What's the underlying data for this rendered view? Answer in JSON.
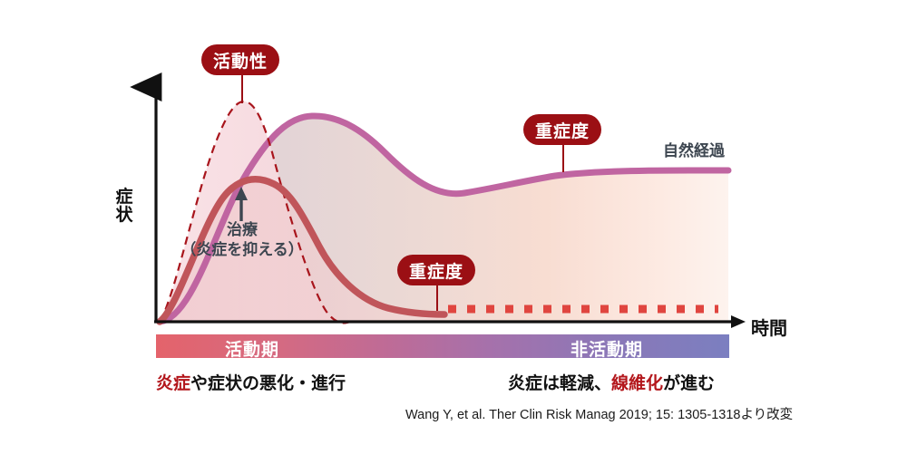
{
  "chart_data": {
    "type": "line",
    "title": "",
    "xlabel": "時間",
    "ylabel": "症状",
    "xlim": [
      0,
      100
    ],
    "ylim": [
      0,
      100
    ],
    "grid": false,
    "legend_position": "inline-annotations",
    "series": [
      {
        "name": "活動性",
        "style": "dashed",
        "color": "#a8151c",
        "fill": "#f7dde2",
        "x": [
          0,
          6,
          12,
          18,
          24,
          30,
          36,
          42,
          48,
          54,
          60
        ],
        "values": [
          0,
          22,
          52,
          80,
          95,
          98,
          88,
          62,
          34,
          12,
          0
        ]
      },
      {
        "name": "自然経過",
        "style": "solid",
        "color": "#c065a1",
        "x": [
          0,
          8,
          16,
          24,
          32,
          40,
          48,
          56,
          64,
          72,
          80,
          90,
          100
        ],
        "values": [
          0,
          24,
          52,
          74,
          87,
          90,
          85,
          73,
          60,
          50,
          45,
          43,
          43
        ]
      },
      {
        "name": "重症度（治療後）",
        "style": "solid",
        "color": "#c0555a",
        "x": [
          0,
          8,
          16,
          24,
          32,
          40,
          48,
          56,
          64
        ],
        "values": [
          0,
          30,
          52,
          58,
          55,
          43,
          28,
          16,
          9
        ]
      },
      {
        "name": "重症度（治療後・維持）",
        "style": "square-dotted",
        "color": "#e0453f",
        "x": [
          64,
          72,
          80,
          88,
          96,
          100
        ],
        "values": [
          8,
          8,
          8,
          8,
          8,
          8
        ]
      }
    ]
  },
  "axes": {
    "y_label": "症状",
    "x_label": "時間"
  },
  "badges": [
    {
      "id": "activity",
      "label": "活動性"
    },
    {
      "id": "severity-natural",
      "label": "重症度"
    },
    {
      "id": "severity-treated",
      "label": "重症度"
    }
  ],
  "annotations": {
    "treatment_line1": "治療",
    "treatment_line2": "（炎症を抑える）",
    "natural_course": "自然経過"
  },
  "phases": {
    "active": "活動期",
    "inactive": "非活動期"
  },
  "captions": {
    "left_highlight": "炎症",
    "left_rest": "や症状の悪化・進行",
    "right_pre": "炎症は軽減、",
    "right_highlight": "線維化",
    "right_post": "が進む"
  },
  "citation": "Wang Y, et al. Ther Clin Risk Manag 2019; 15: 1305-1318より改変",
  "colors": {
    "badge": "#9b0f14",
    "natural_curve": "#c065a1",
    "treated_curve": "#c0555a",
    "activity_dashed": "#a8151c",
    "dotted_line": "#e0453f",
    "phase_start": "#e4636b",
    "phase_end": "#7b7fc0",
    "highlight_text": "#b3161b"
  }
}
